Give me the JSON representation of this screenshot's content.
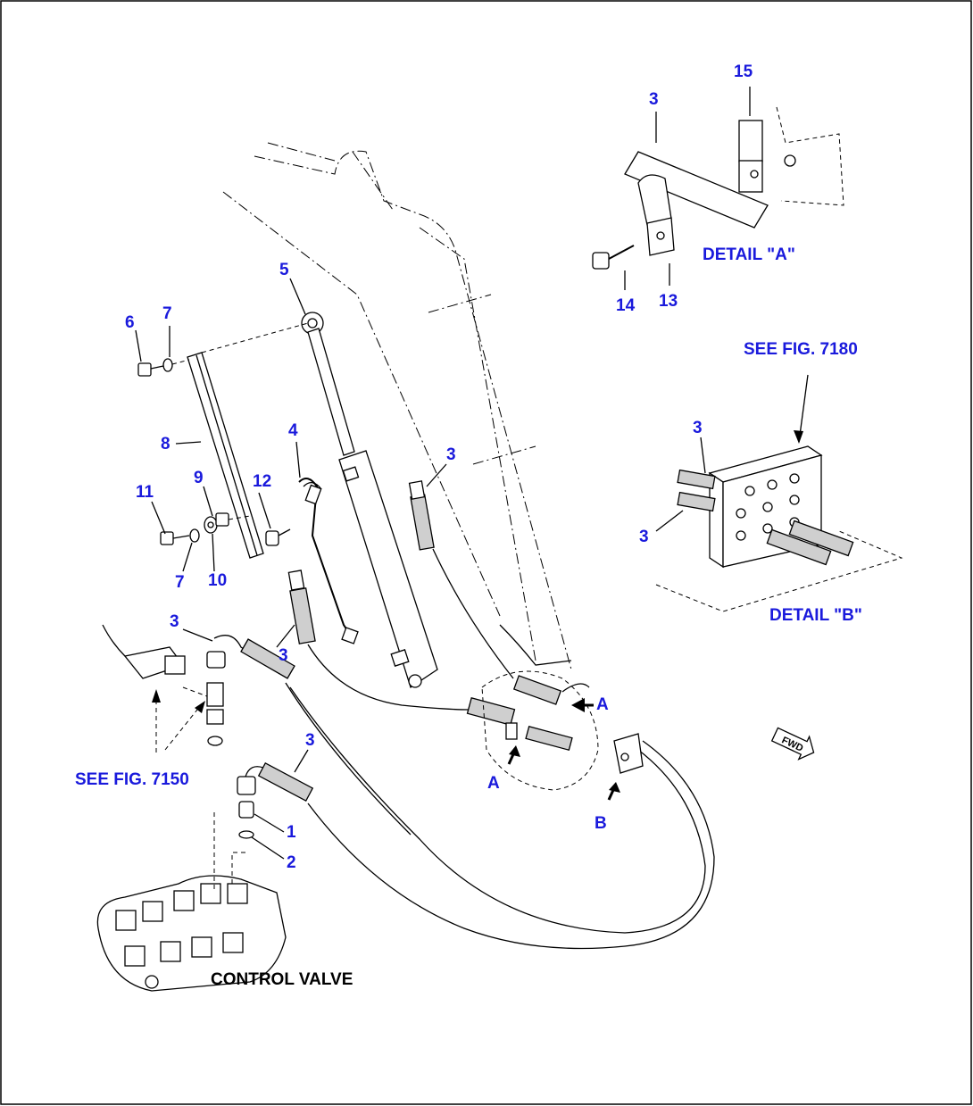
{
  "callouts": {
    "c1": "1",
    "c2": "2",
    "c3a": "3",
    "c3b": "3",
    "c3c": "3",
    "c3d": "3",
    "c3e": "3",
    "c3f": "3",
    "c3g": "3",
    "c4": "4",
    "c5": "5",
    "c6": "6",
    "c7a": "7",
    "c7b": "7",
    "c8": "8",
    "c9": "9",
    "c10": "10",
    "c11": "11",
    "c12": "12",
    "c13": "13",
    "c14": "14",
    "c15": "15"
  },
  "references": {
    "fig7180": "SEE FIG. 7180",
    "fig7150": "SEE FIG. 7150",
    "detail_a": "DETAIL \"A\"",
    "detail_b": "DETAIL \"B\"",
    "control_valve": "CONTROL VALVE"
  },
  "view_markers": {
    "a1": "A",
    "a2": "A",
    "b": "B"
  },
  "fwd_symbol": "FWD",
  "colors": {
    "callout": "#1a1adc",
    "line": "#000000"
  }
}
